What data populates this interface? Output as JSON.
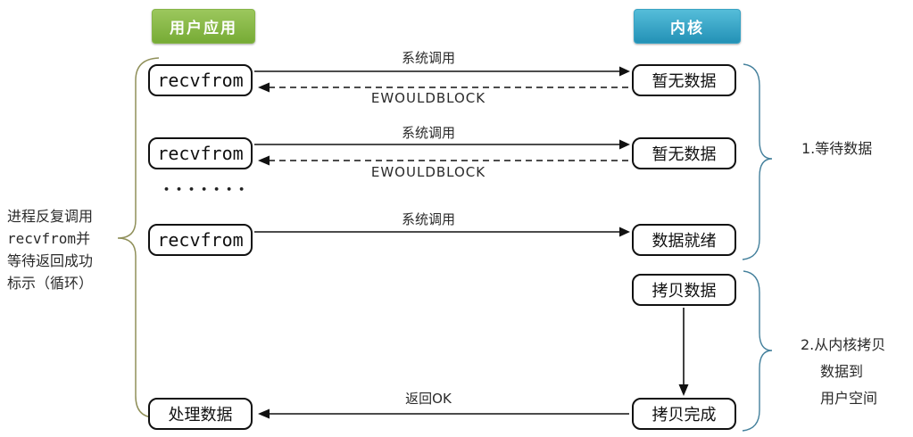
{
  "headers": {
    "user_app": "用户应用",
    "kernel": "内核"
  },
  "left_note": {
    "lines": [
      "进程反复调用",
      "recvfrom并",
      "等待返回成功",
      "标示（循环）"
    ]
  },
  "user_boxes": {
    "recvfrom1": "recvfrom",
    "recvfrom2": "recvfrom",
    "recvfrom3": "recvfrom",
    "process_data": "处理数据"
  },
  "kernel_boxes": {
    "no_data1": "暂无数据",
    "no_data2": "暂无数据",
    "data_ready": "数据就绪",
    "copy_data": "拷贝数据",
    "copy_done": "拷贝完成"
  },
  "arrow_labels": {
    "syscall1": "系统调用",
    "ewouldblock1": "EWOULDBLOCK",
    "syscall2": "系统调用",
    "ewouldblock2": "EWOULDBLOCK",
    "syscall3": "系统调用",
    "return_ok": "返回OK"
  },
  "ellipsis": "•••••••",
  "annotations": {
    "phase1": "1.等待数据",
    "phase2": [
      "2.从内核拷贝",
      "数据到",
      "用户空间"
    ]
  },
  "colors": {
    "user_app_gradient_top": "#9cc75d",
    "user_app_gradient_bottom": "#76ab35",
    "kernel_gradient_top": "#55bdd9",
    "kernel_gradient_bottom": "#2391b6",
    "left_brace": "#90905a",
    "right_brace": "#44809c",
    "line": "#111111"
  }
}
